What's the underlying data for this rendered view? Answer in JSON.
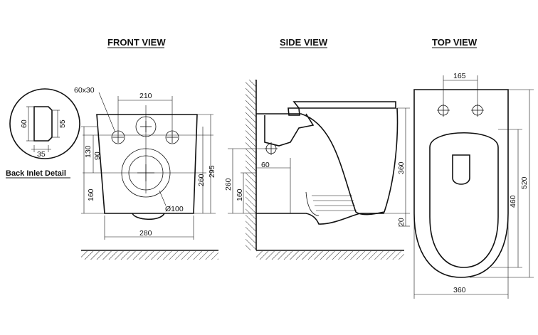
{
  "views": {
    "front": {
      "title": "FRONT VIEW"
    },
    "side": {
      "title": "SIDE VIEW"
    },
    "top": {
      "title": "TOP VIEW"
    }
  },
  "detail": {
    "caption": "Back Inlet Detail"
  },
  "dimensions": {
    "detail_60": "60",
    "detail_55": "55",
    "detail_35": "35",
    "front_60x30": "60x30",
    "front_210": "210",
    "front_130": "130",
    "front_90": "90",
    "front_160": "160",
    "front_260": "260",
    "front_295": "295",
    "front_d100": "Ø100",
    "front_280": "280",
    "side_60": "60",
    "side_260": "260",
    "side_160": "160",
    "side_360": "360",
    "side_20": "20",
    "top_165": "165",
    "top_460": "460",
    "top_520": "520",
    "top_360": "360"
  }
}
